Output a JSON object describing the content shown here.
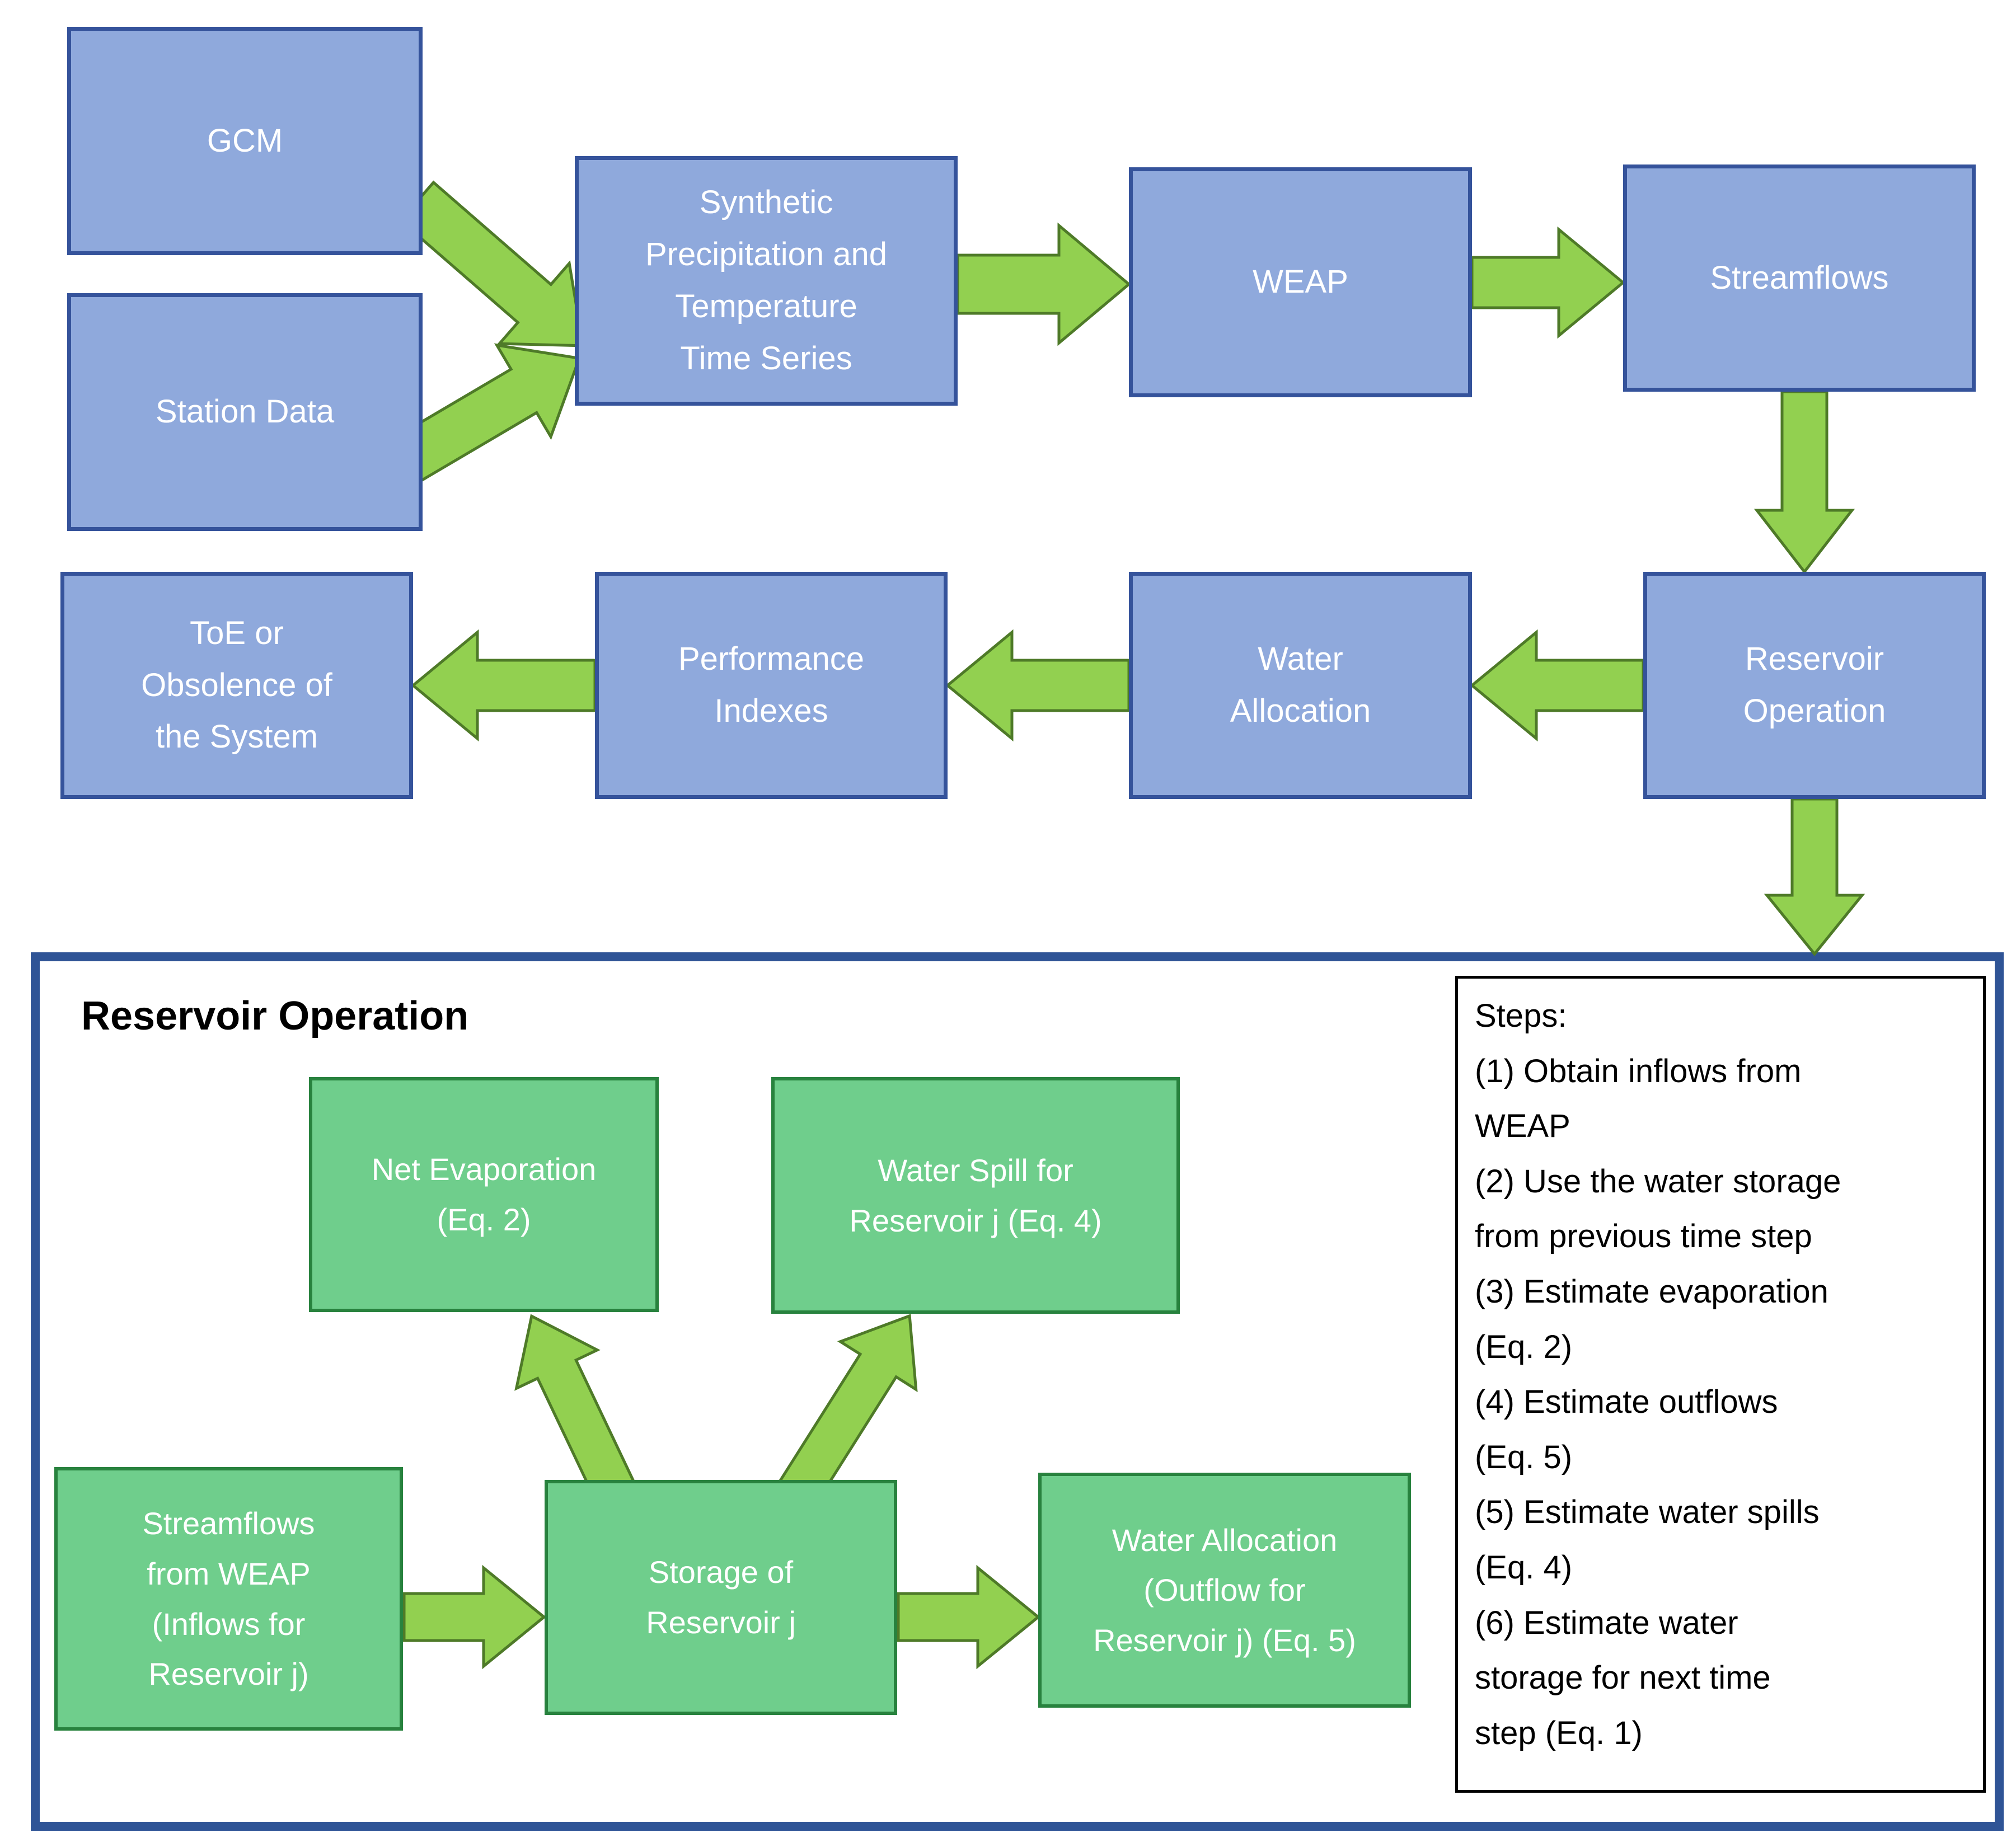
{
  "diagram": {
    "colors": {
      "box_blue_fill": "#8FA9DC",
      "box_blue_border": "#35539B",
      "box_green_fill": "#6FCE8C",
      "box_green_border": "#28823E",
      "arrow_fill": "#92D050",
      "arrow_border": "#4E7A28",
      "panel_border": "#2F5496",
      "steps_border": "#000000",
      "text_on_boxes": "#ffffff",
      "text_black": "#000000"
    },
    "top_flow": {
      "gcm": "GCM",
      "station_data": "Station Data",
      "synthetic": "Synthetic\nPrecipitation and\nTemperature\nTime Series",
      "weap": "WEAP",
      "streamflows": "Streamflows",
      "reservoir_operation": "Reservoir\nOperation",
      "water_allocation": "Water\nAllocation",
      "performance_indexes": "Performance\nIndexes",
      "toe": "ToE or\nObsolence of\nthe System"
    },
    "reservoir_panel": {
      "title": "Reservoir Operation",
      "net_evaporation": "Net Evaporation\n(Eq. 2)",
      "water_spill": "Water Spill for\nReservoir j (Eq. 4)",
      "streamflows_weap": "Streamflows\nfrom WEAP\n(Inflows for\nReservoir j)",
      "storage": "Storage of\nReservoir j",
      "water_allocation_outflow": "Water Allocation\n(Outflow for\nReservoir j) (Eq. 5)",
      "steps_text": "Steps:\n(1) Obtain inflows from\nWEAP\n(2) Use the water storage\nfrom previous time step\n(3) Estimate evaporation\n(Eq. 2)\n(4) Estimate outflows\n(Eq. 5)\n(5) Estimate water spills\n(Eq. 4)\n(6) Estimate water\nstorage for next time\nstep (Eq. 1)"
    },
    "connections": [
      {
        "from": "GCM",
        "to": "Synthetic Precipitation and Temperature Time Series"
      },
      {
        "from": "Station Data",
        "to": "Synthetic Precipitation and Temperature Time Series"
      },
      {
        "from": "Synthetic Precipitation and Temperature Time Series",
        "to": "WEAP"
      },
      {
        "from": "WEAP",
        "to": "Streamflows"
      },
      {
        "from": "Streamflows",
        "to": "Reservoir Operation"
      },
      {
        "from": "Reservoir Operation",
        "to": "Water Allocation"
      },
      {
        "from": "Water Allocation",
        "to": "Performance Indexes"
      },
      {
        "from": "Performance Indexes",
        "to": "ToE or Obsolence of the System"
      },
      {
        "from": "Reservoir Operation",
        "to": "Reservoir Operation detail panel"
      },
      {
        "from": "Storage of Reservoir j",
        "to": "Net Evaporation (Eq. 2)"
      },
      {
        "from": "Storage of Reservoir j",
        "to": "Water Spill for Reservoir j (Eq. 4)"
      },
      {
        "from": "Streamflows from WEAP (Inflows for Reservoir j)",
        "to": "Storage of Reservoir j"
      },
      {
        "from": "Storage of Reservoir j",
        "to": "Water Allocation (Outflow for Reservoir j) (Eq. 5)"
      }
    ]
  }
}
